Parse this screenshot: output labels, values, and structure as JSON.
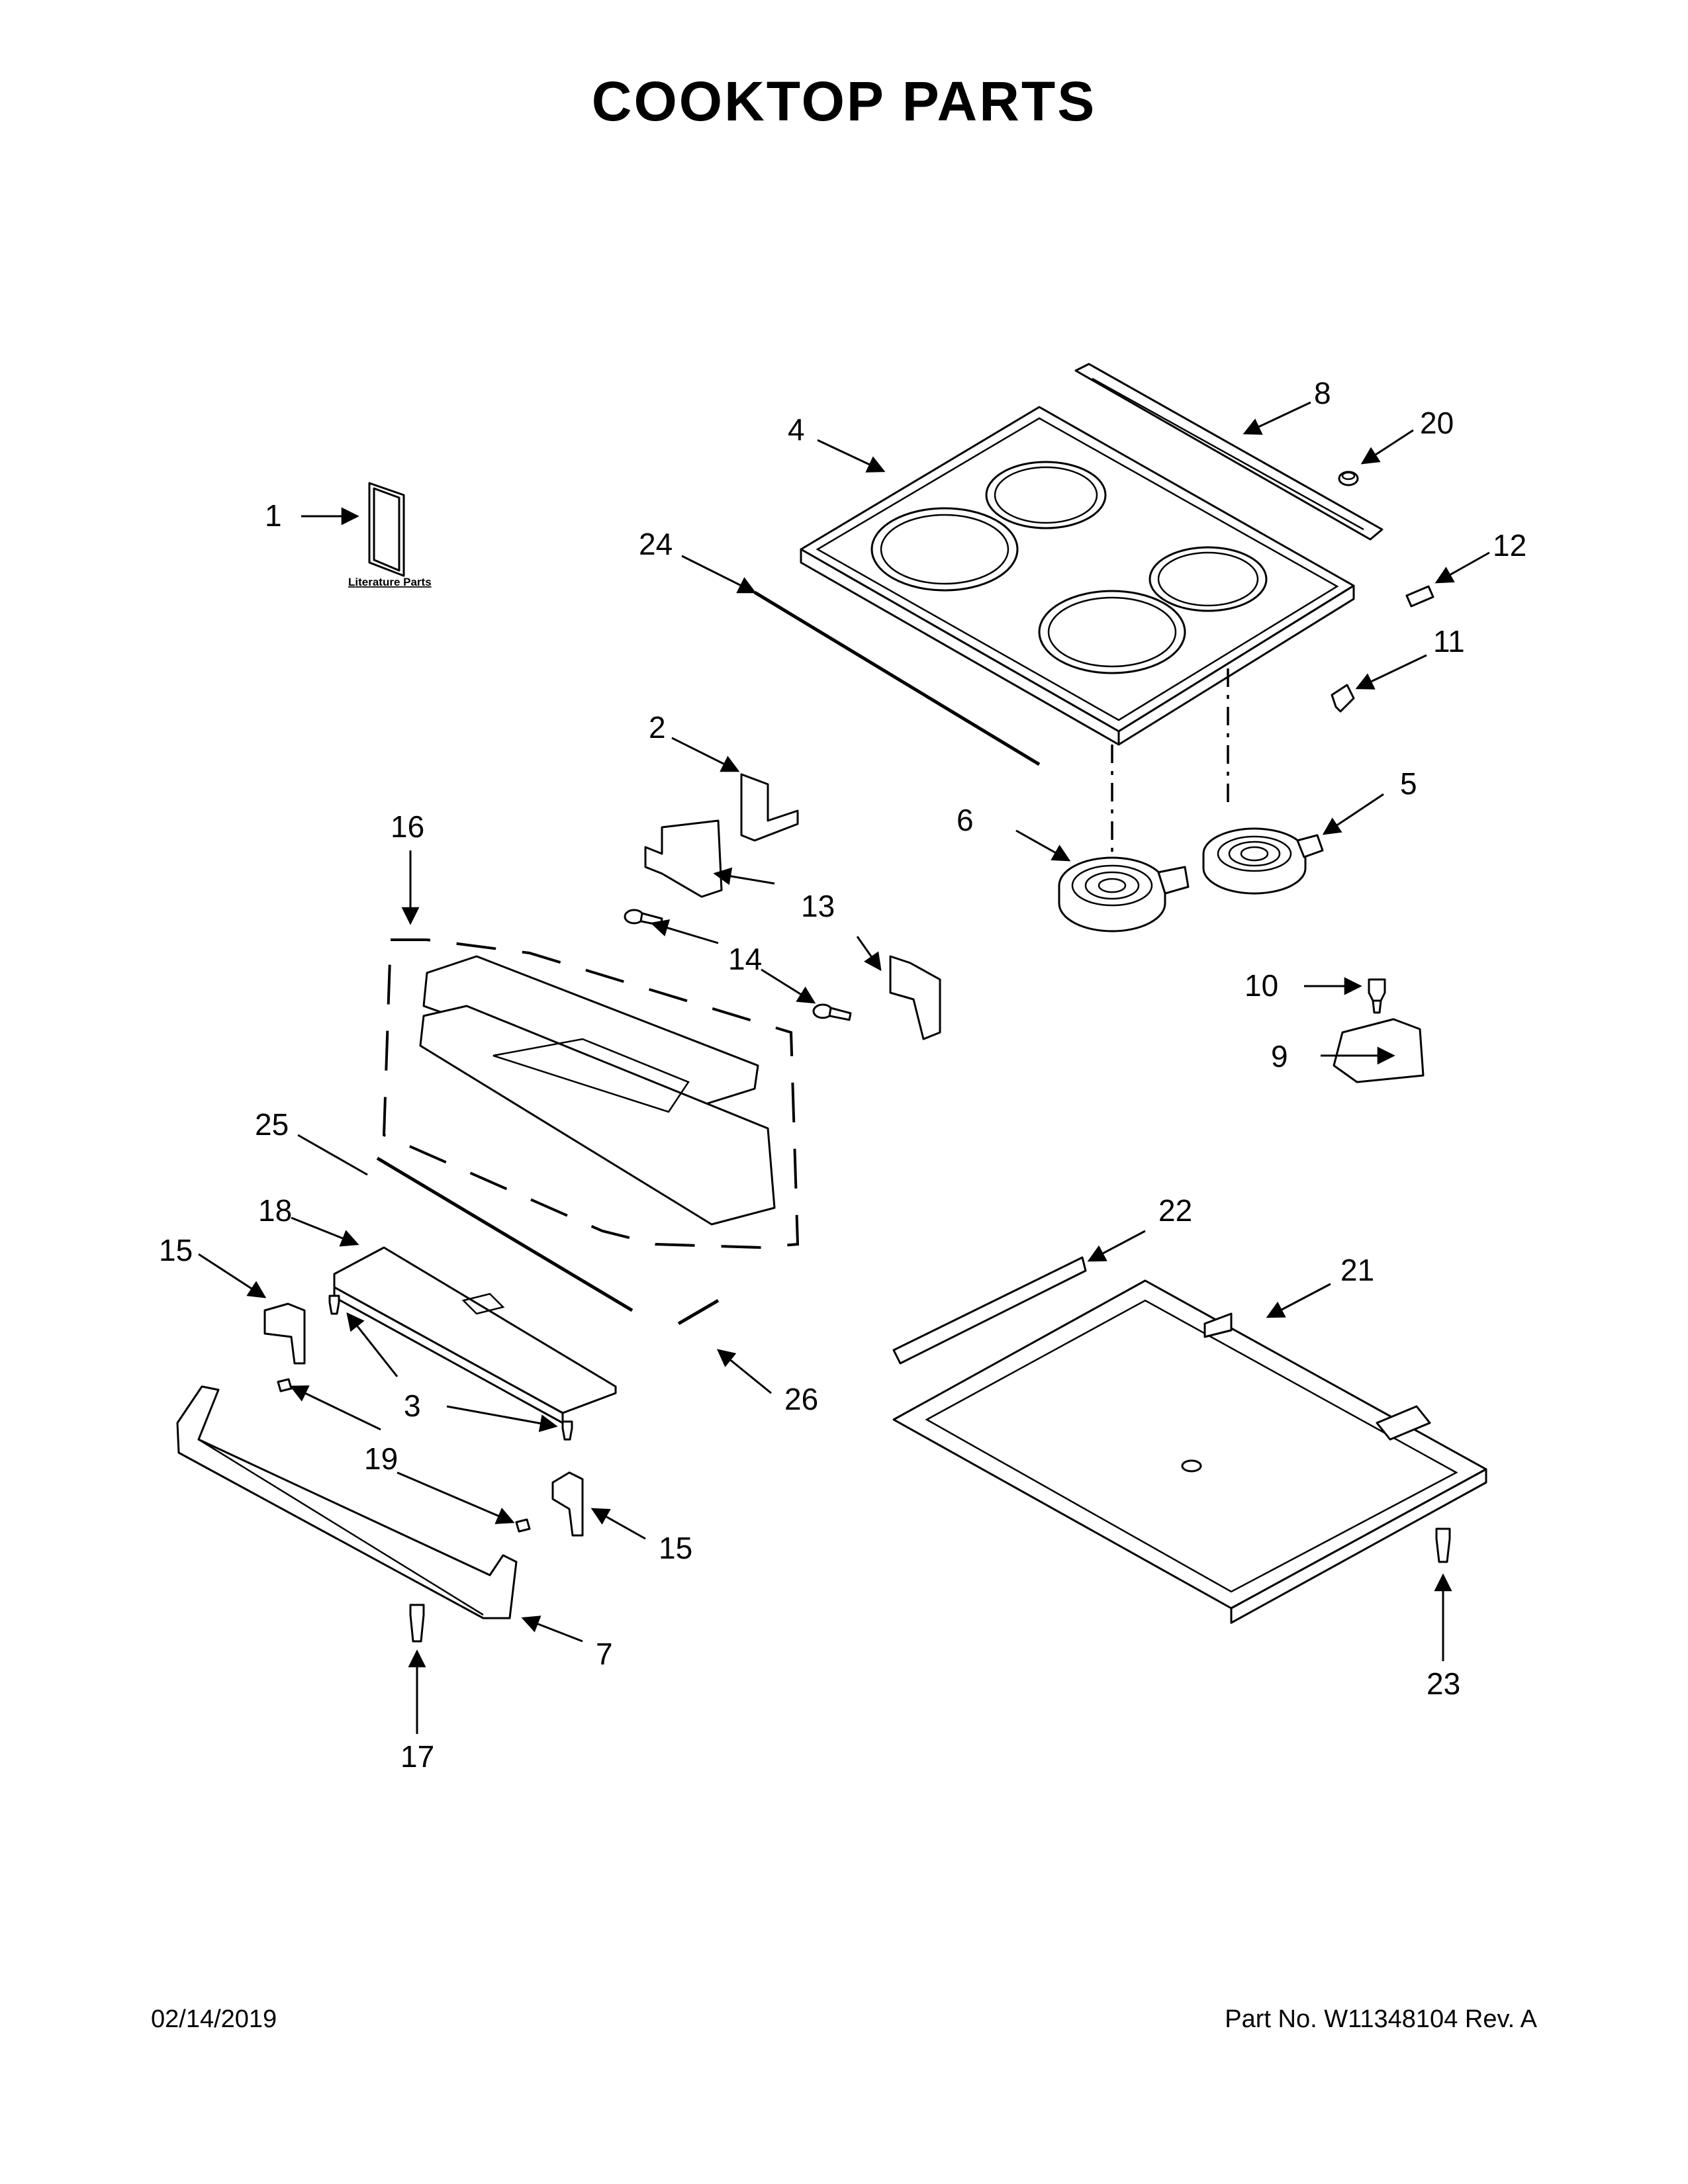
{
  "title": "COOKTOP PARTS",
  "footer": {
    "date": "02/14/2019",
    "part_number": "Part No.  W11348104  Rev.  A"
  },
  "literature_label": "Literature Parts",
  "callouts": {
    "c1": "1",
    "c2": "2",
    "c3": "3",
    "c4": "4",
    "c5": "5",
    "c6": "6",
    "c7": "7",
    "c8": "8",
    "c9": "9",
    "c10": "10",
    "c11": "11",
    "c12": "12",
    "c13": "13",
    "c14": "14",
    "c15a": "15",
    "c15b": "15",
    "c16": "16",
    "c17": "17",
    "c18": "18",
    "c19": "19",
    "c20": "20",
    "c21": "21",
    "c22": "22",
    "c23": "23",
    "c24": "24",
    "c25": "25",
    "c26": "26"
  }
}
